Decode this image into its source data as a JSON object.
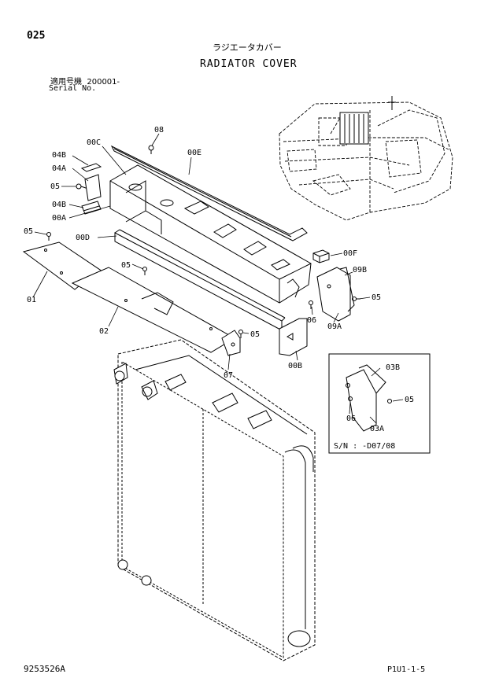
{
  "header": {
    "page_number": "025",
    "title_jp": "ラジエータカバー",
    "title_en": "RADIATOR COVER",
    "serial_label_jp": "適用号機",
    "serial_value": "200001-",
    "serial_label_en": "Serial No."
  },
  "callouts": {
    "c08": "08",
    "c00C": "00C",
    "c00E": "00E",
    "c04B_top": "04B",
    "c04A": "04A",
    "c05_a": "05",
    "c04B_bot": "04B",
    "c00A": "00A",
    "c05_b": "05",
    "c00D": "00D",
    "c05_c": "05",
    "c01": "01",
    "c02": "02",
    "c05_d": "05",
    "c07": "07",
    "c00F": "00F",
    "c09B": "09B",
    "c05_e": "05",
    "c06": "06",
    "c09A": "09A",
    "c00B": "00B"
  },
  "inset": {
    "c03B": "03B",
    "c05": "05",
    "c06": "06",
    "c03A": "03A",
    "sn_note": "S/N : -D07/08"
  },
  "footer": {
    "doc_number": "9253526A",
    "page_ref": "P1U1-1-5"
  }
}
